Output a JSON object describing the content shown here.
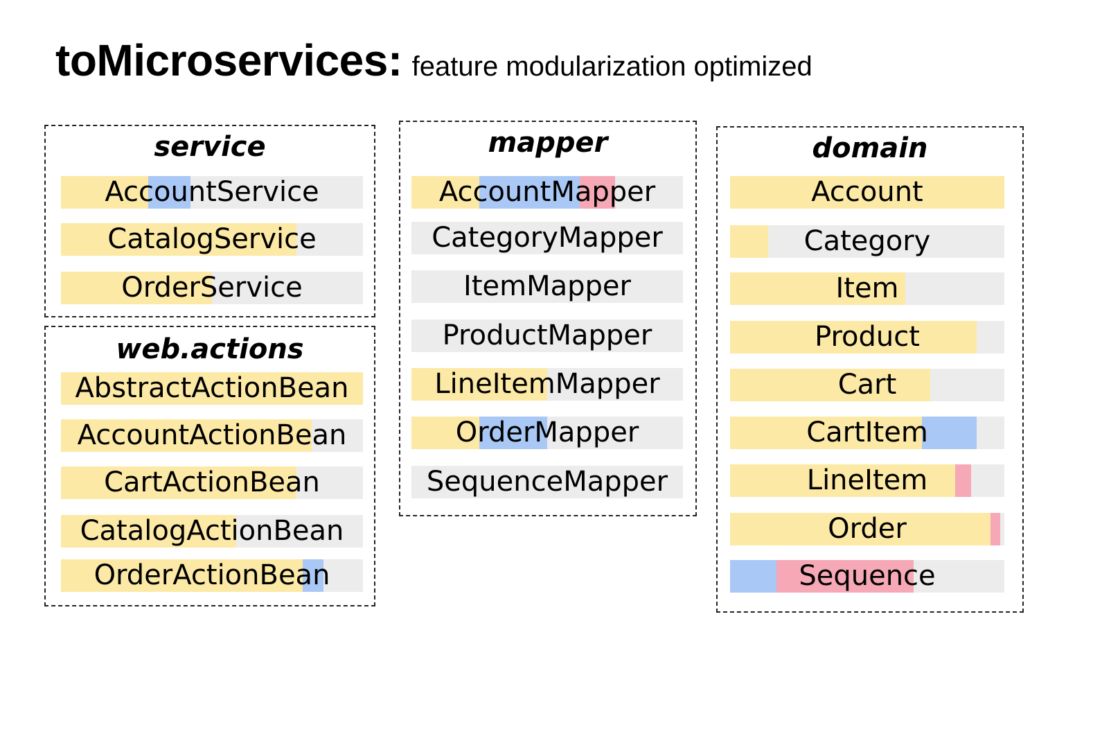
{
  "title": {
    "main": "toMicroservices:",
    "subtitle": "feature modularization optimized"
  },
  "colors": {
    "feature_yellow": "#fce9a6",
    "feature_blue": "#a9c8f6",
    "feature_pink": "#f6a8b6",
    "unassigned_gray": "#ececec"
  },
  "packages": [
    {
      "name": "service",
      "classes": [
        {
          "name": "AccountService",
          "segments": [
            {
              "color": "yellow",
              "from": 0,
              "to": 0.29
            },
            {
              "color": "blue",
              "from": 0.29,
              "to": 0.43
            }
          ]
        },
        {
          "name": "CatalogService",
          "segments": [
            {
              "color": "yellow",
              "from": 0,
              "to": 0.78
            }
          ]
        },
        {
          "name": "OrderService",
          "segments": [
            {
              "color": "yellow",
              "from": 0,
              "to": 0.5
            }
          ]
        }
      ]
    },
    {
      "name": "web.actions",
      "classes": [
        {
          "name": "AbstractActionBean",
          "segments": [
            {
              "color": "yellow",
              "from": 0,
              "to": 1
            }
          ]
        },
        {
          "name": "AccountActionBean",
          "segments": [
            {
              "color": "yellow",
              "from": 0,
              "to": 0.83
            }
          ]
        },
        {
          "name": "CartActionBean",
          "segments": [
            {
              "color": "yellow",
              "from": 0,
              "to": 0.78
            }
          ]
        },
        {
          "name": "CatalogActionBean",
          "segments": [
            {
              "color": "yellow",
              "from": 0,
              "to": 0.58
            }
          ]
        },
        {
          "name": "OrderActionBean",
          "segments": [
            {
              "color": "yellow",
              "from": 0,
              "to": 0.8
            },
            {
              "color": "blue",
              "from": 0.8,
              "to": 0.87
            }
          ]
        }
      ]
    },
    {
      "name": "mapper",
      "classes": [
        {
          "name": "AccountMapper",
          "segments": [
            {
              "color": "yellow",
              "from": 0,
              "to": 0.25
            },
            {
              "color": "blue",
              "from": 0.25,
              "to": 0.62
            },
            {
              "color": "pink",
              "from": 0.62,
              "to": 0.75
            }
          ]
        },
        {
          "name": "CategoryMapper",
          "segments": []
        },
        {
          "name": "ItemMapper",
          "segments": []
        },
        {
          "name": "ProductMapper",
          "segments": []
        },
        {
          "name": "LineItemMapper",
          "segments": [
            {
              "color": "yellow",
              "from": 0,
              "to": 0.5
            }
          ]
        },
        {
          "name": "OrderMapper",
          "segments": [
            {
              "color": "yellow",
              "from": 0,
              "to": 0.25
            },
            {
              "color": "blue",
              "from": 0.25,
              "to": 0.5
            }
          ]
        },
        {
          "name": "SequenceMapper",
          "segments": []
        }
      ]
    },
    {
      "name": "domain",
      "classes": [
        {
          "name": "Account",
          "segments": [
            {
              "color": "yellow",
              "from": 0,
              "to": 1
            }
          ]
        },
        {
          "name": "Category",
          "segments": [
            {
              "color": "yellow",
              "from": 0,
              "to": 0.14
            }
          ]
        },
        {
          "name": "Item",
          "segments": [
            {
              "color": "yellow",
              "from": 0,
              "to": 0.64
            }
          ]
        },
        {
          "name": "Product",
          "segments": [
            {
              "color": "yellow",
              "from": 0,
              "to": 0.9
            }
          ]
        },
        {
          "name": "Cart",
          "segments": [
            {
              "color": "yellow",
              "from": 0,
              "to": 0.73
            }
          ]
        },
        {
          "name": "CartItem",
          "segments": [
            {
              "color": "yellow",
              "from": 0,
              "to": 0.7
            },
            {
              "color": "blue",
              "from": 0.7,
              "to": 0.9
            }
          ]
        },
        {
          "name": "LineItem",
          "segments": [
            {
              "color": "yellow",
              "from": 0,
              "to": 0.82
            },
            {
              "color": "pink",
              "from": 0.82,
              "to": 0.88
            }
          ]
        },
        {
          "name": "Order",
          "segments": [
            {
              "color": "yellow",
              "from": 0,
              "to": 0.95
            },
            {
              "color": "pink",
              "from": 0.95,
              "to": 0.985
            }
          ]
        },
        {
          "name": "Sequence",
          "segments": [
            {
              "color": "blue",
              "from": 0,
              "to": 0.17
            },
            {
              "color": "pink",
              "from": 0.17,
              "to": 0.67
            }
          ]
        }
      ]
    }
  ]
}
